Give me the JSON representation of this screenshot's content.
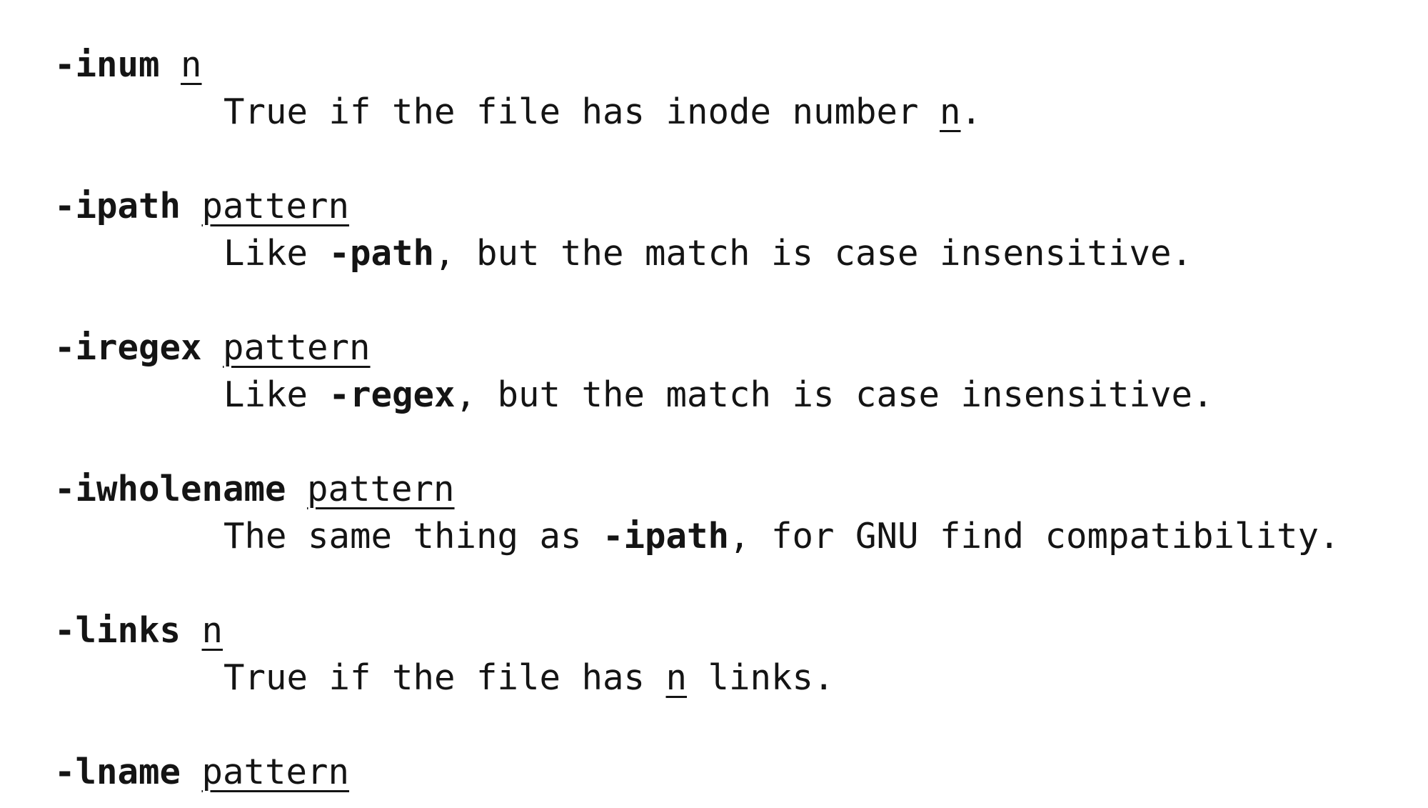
{
  "entries": [
    {
      "option": "-inum",
      "arg": "n",
      "desc": {
        "pre": "True if the file has inode number ",
        "arg": "n",
        "post": "."
      }
    },
    {
      "option": "-ipath",
      "arg": "pattern",
      "desc": {
        "pre": "Like ",
        "bold": "-path",
        "post": ", but the match is case insensitive."
      }
    },
    {
      "option": "-iregex",
      "arg": "pattern",
      "desc": {
        "pre": "Like ",
        "bold": "-regex",
        "post": ", but the match is case insensitive."
      }
    },
    {
      "option": "-iwholename",
      "arg": "pattern",
      "desc": {
        "pre": "The same thing as ",
        "bold": "-ipath",
        "post": ", for GNU find compatibility."
      }
    },
    {
      "option": "-links",
      "arg": "n",
      "desc": {
        "pre": "True if the file has ",
        "arg": "n",
        "post": " links."
      }
    },
    {
      "option": "-lname",
      "arg": "pattern"
    }
  ]
}
